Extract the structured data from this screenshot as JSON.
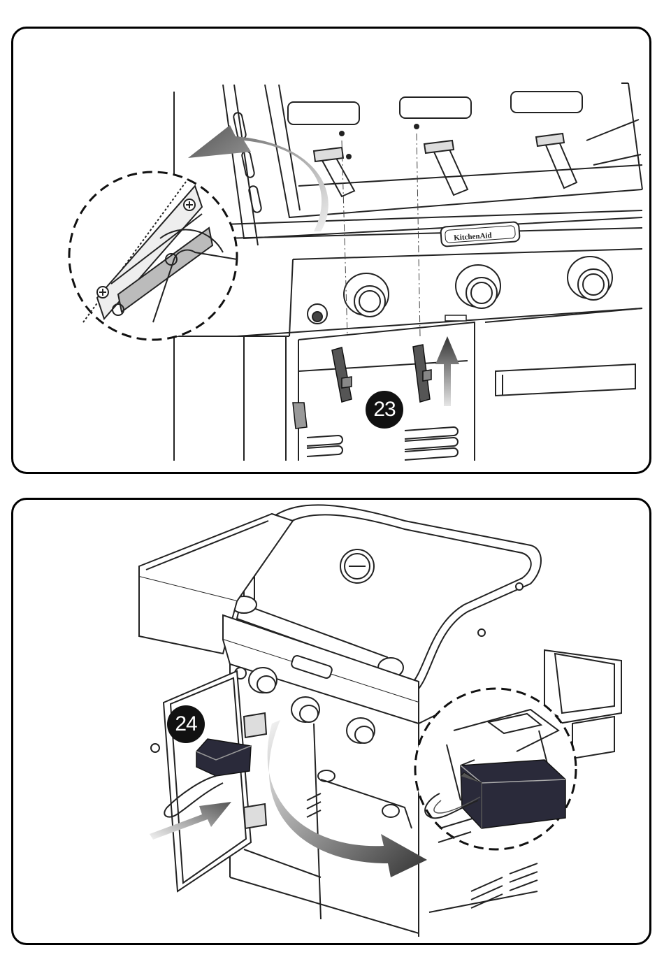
{
  "steps": {
    "step_23": "23",
    "step_24": "24"
  },
  "brand": {
    "logo_text": "KitchenAid"
  },
  "colors": {
    "line": "#222222",
    "panel_border": "#000000",
    "badge_bg": "#111111",
    "badge_text": "#ffffff",
    "arrow_gray": "#8a8a8a",
    "drip_cup": "#2a2a3a"
  }
}
